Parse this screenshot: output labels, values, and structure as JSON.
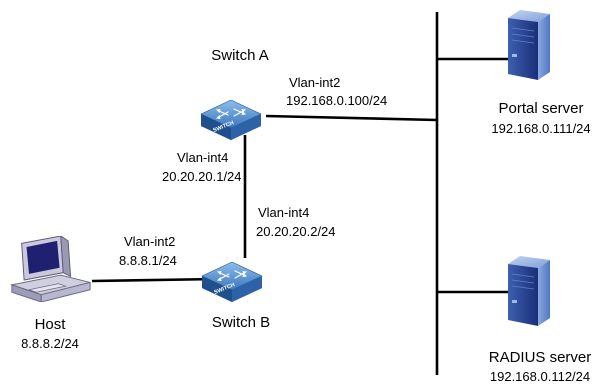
{
  "devices": {
    "switch_a": {
      "name": "Switch A",
      "icon": "switch-icon"
    },
    "switch_b": {
      "name": "Switch B",
      "icon": "switch-icon"
    },
    "host": {
      "name": "Host",
      "ip": "8.8.8.2/24",
      "icon": "desktop-computer-icon"
    },
    "portal_server": {
      "name": "Portal server",
      "ip": "192.168.0.111/24",
      "icon": "server-tower-icon"
    },
    "radius_server": {
      "name": "RADIUS server",
      "ip": "192.168.0.112/24",
      "icon": "server-tower-icon"
    }
  },
  "interfaces": {
    "a_vlan2": {
      "name": "Vlan-int2",
      "ip": "192.168.0.100/24"
    },
    "a_vlan4": {
      "name": "Vlan-int4",
      "ip": "20.20.20.1/24"
    },
    "b_vlan4": {
      "name": "Vlan-int4",
      "ip": "20.20.20.2/24"
    },
    "b_vlan2": {
      "name": "Vlan-int2",
      "ip": "8.8.8.1/24"
    }
  },
  "switch_badge": "SWITCH",
  "colors": {
    "switch_top": "#5a96d2",
    "switch_side": "#1e4d8a",
    "server_light": "#6a8fd0",
    "server_dark": "#1a2f73",
    "link": "#000000"
  }
}
